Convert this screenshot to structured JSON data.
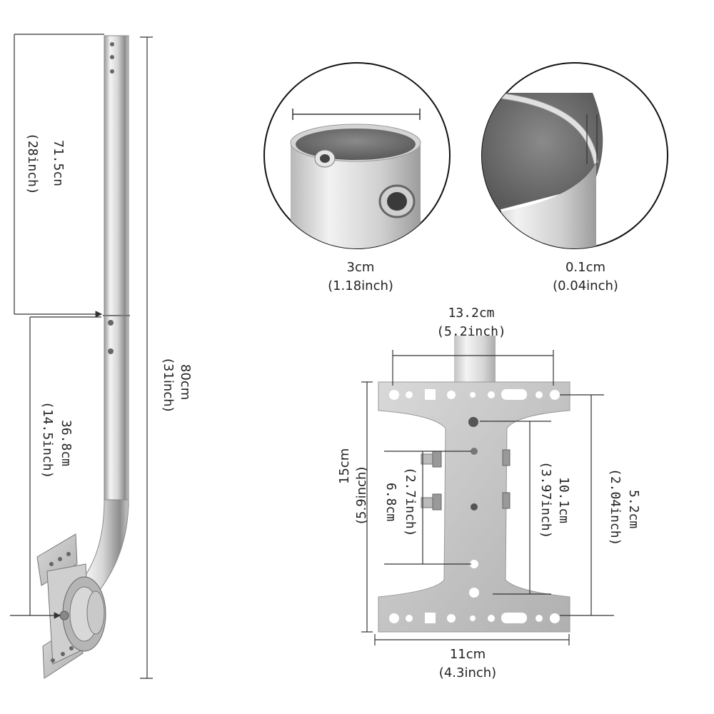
{
  "pole": {
    "total": {
      "cm": "80cm",
      "inch": "(31inch)"
    },
    "upper": {
      "cm": "71.5cn",
      "inch": "(28inch)"
    },
    "lower": {
      "cm": "36.8cm",
      "inch": "(14.5inch)"
    }
  },
  "diameter": {
    "cm": "3cm",
    "inch": "(1.18inch)"
  },
  "thickness": {
    "cm": "0.1cm",
    "inch": "(0.04inch)"
  },
  "bracket": {
    "top_width": {
      "cm": "13.2cm",
      "inch": "(5.2inch)"
    },
    "bottom_width": {
      "cm": "11cm",
      "inch": "(4.3inch)"
    },
    "height": {
      "cm": "15cm",
      "inch": "(5.9inch)"
    },
    "bolt_spacing": {
      "cm": "6.8cm",
      "inch": "(2.7inch)"
    },
    "inner_span": {
      "cm": "10.1cm",
      "inch": "(3.97inch)"
    },
    "hole_span": {
      "cm": "5.2cm",
      "inch": "(2.04inch)"
    }
  },
  "colors": {
    "metal_light": "#e6e6e6",
    "metal_dark": "#8a8a8a",
    "line": "#333333"
  }
}
